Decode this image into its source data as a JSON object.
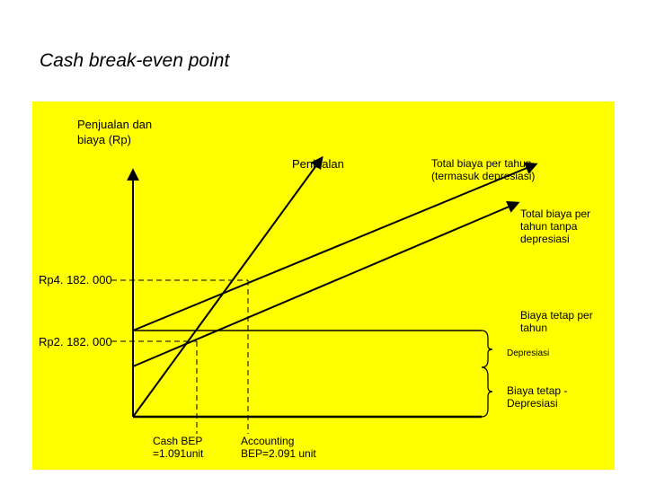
{
  "page_title": "Cash break-even point",
  "colors": {
    "panel_background": "#ffff00",
    "lines": "#000000"
  },
  "diagram": {
    "y_axis_label": [
      "Penjualan dan",
      "biaya (Rp)"
    ],
    "lines": {
      "sales": [
        "Penjualan"
      ],
      "total_cost_with_depreciation": [
        "Total biaya per tahun",
        "(termasuk depresiasi)"
      ],
      "total_cost_without_depreciation": [
        "Total biaya per",
        "tahun tanpa",
        "depresiasi"
      ]
    },
    "levels": {
      "upper": "Rp4. 182. 000",
      "lower": "Rp2. 182. 000"
    },
    "brackets": {
      "fixed_cost": [
        "Biaya tetap per",
        "tahun"
      ],
      "depreciation": [
        "Depresiasi"
      ],
      "fixed_cost_minus_depreciation": [
        "Biaya tetap -",
        "Depresiasi"
      ]
    },
    "markers": {
      "cash_bep": [
        "Cash BEP",
        "=1.091unit"
      ],
      "accounting_bep": [
        "Accounting",
        "BEP=2.091 unit"
      ]
    }
  }
}
